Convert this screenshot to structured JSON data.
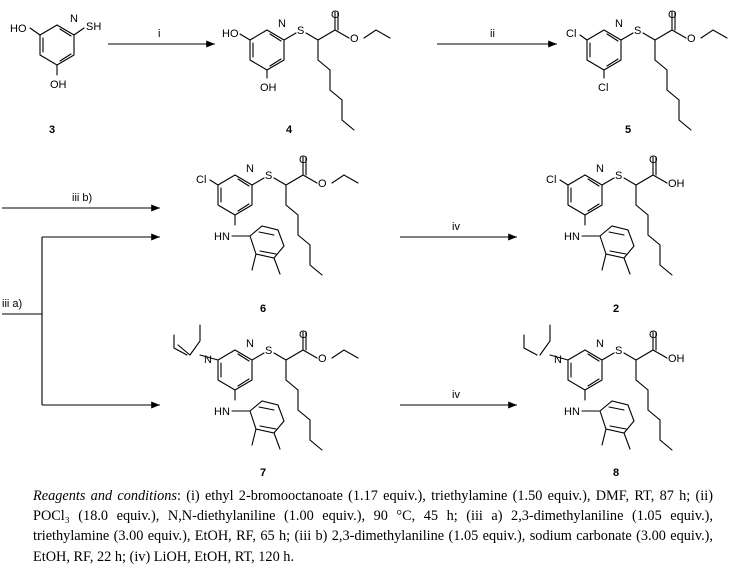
{
  "compounds": [
    {
      "id": "3",
      "label": "3"
    },
    {
      "id": "4",
      "label": "4"
    },
    {
      "id": "5",
      "label": "5"
    },
    {
      "id": "6",
      "label": "6"
    },
    {
      "id": "2",
      "label": "2"
    },
    {
      "id": "7",
      "label": "7"
    },
    {
      "id": "8",
      "label": "8"
    }
  ],
  "atoms": {
    "ho": "HO",
    "oh": "OH",
    "sh": "SH",
    "n": "N",
    "s": "S",
    "o": "O",
    "cl": "Cl",
    "nh": "HN"
  },
  "steps": {
    "i": "i",
    "ii": "ii",
    "iii_b": "iii b)",
    "iii_a": "iii a)",
    "iv_top": "iv",
    "iv_bottom": "iv"
  },
  "conditions": {
    "lead": "Reagents and conditions",
    "text": ": (i) ethyl 2-bromooctanoate (1.17 equiv.), triethylamine (1.50 equiv.), DMF, RT, 87 h; (ii) POCl₃ (18.0 equiv.), N,N-diethylaniline (1.00 equiv.), 90 °C, 45 h; (iii a) 2,3-dimethylaniline (1.05 equiv.), triethylamine (3.00 equiv.), EtOH, RF, 65 h; (iii b) 2,3-dimethylaniline (1.05 equiv.), sodium carbonate (3.00 equiv.), EtOH, RF, 22 h; (iv) LiOH, EtOH, RT, 120 h."
  }
}
